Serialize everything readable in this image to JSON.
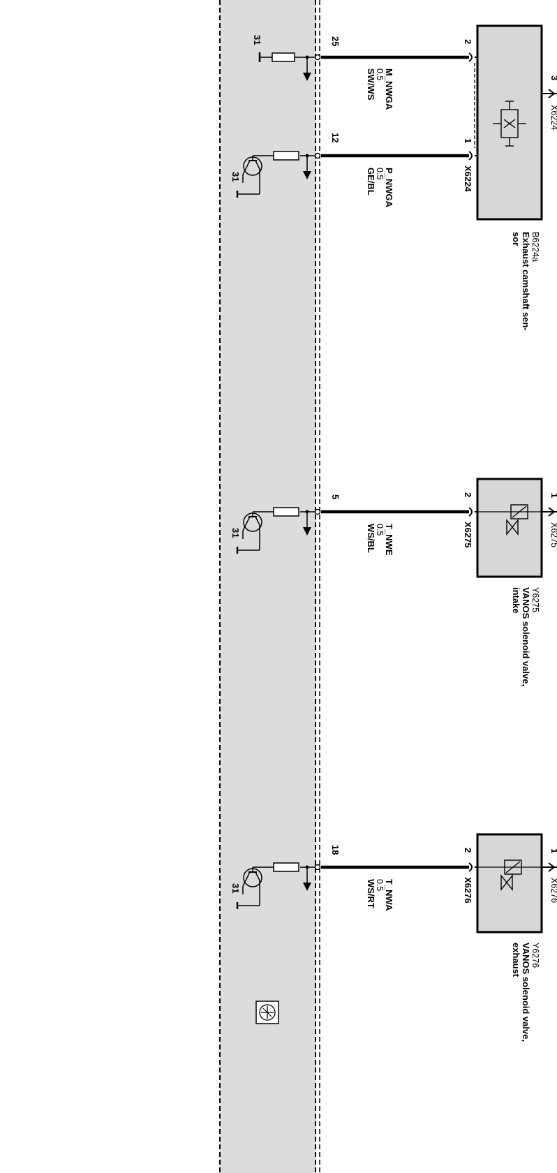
{
  "colors": {
    "ecu_fill": "#dcdcdc",
    "component_fill": "#d7d7d7",
    "wire": "#000000",
    "background": "#ffffff"
  },
  "ecu": {
    "ground_label": "31",
    "icon": "ecu-symbol-icon",
    "pins": [
      {
        "id": "p25",
        "pin": "25",
        "circuit": "ground-resistor",
        "ground": "31"
      },
      {
        "id": "p12",
        "pin": "12",
        "circuit": "transistor",
        "ground": "31"
      },
      {
        "id": "p5",
        "pin": "5",
        "circuit": "transistor",
        "ground": "31"
      },
      {
        "id": "p18",
        "pin": "18",
        "circuit": "transistor",
        "ground": "31"
      }
    ]
  },
  "wires": [
    {
      "id": "w25",
      "signal": "M_NWGA",
      "gauge": "0.5",
      "color": "SW/WS"
    },
    {
      "id": "w12",
      "signal": "P_NWGA",
      "gauge": "0.5",
      "color": "GE/BL"
    },
    {
      "id": "w5",
      "signal": "T_NWE",
      "gauge": "0.5",
      "color": "WS/BL"
    },
    {
      "id": "w18",
      "signal": "T_NWA",
      "gauge": "0.5",
      "color": "WS/RT"
    }
  ],
  "components": [
    {
      "id": "B6224a",
      "code": "B6224a",
      "name_line1": "Exhaust camshaft sen-",
      "name_line2": "sor",
      "connector": "X6224",
      "top_connector": "X6224",
      "top_pin": "3",
      "pins": [
        "2",
        "1"
      ],
      "icon": "hall-sensor-icon"
    },
    {
      "id": "Y6275",
      "code": "Y6275",
      "name_line1": "VANOS solenoid valve,",
      "name_line2": "intake",
      "connector": "X6275",
      "top_connector": "X6275",
      "top_pin": "1",
      "pins": [
        "2"
      ],
      "icon": "solenoid-valve-icon"
    },
    {
      "id": "Y6276",
      "code": "Y6276",
      "name_line1": "VANOS solenoid valve,",
      "name_line2": "exhaust",
      "connector": "X6276",
      "top_connector": "X6276",
      "top_pin": "1",
      "pins": [
        "2"
      ],
      "icon": "solenoid-valve-icon"
    }
  ]
}
